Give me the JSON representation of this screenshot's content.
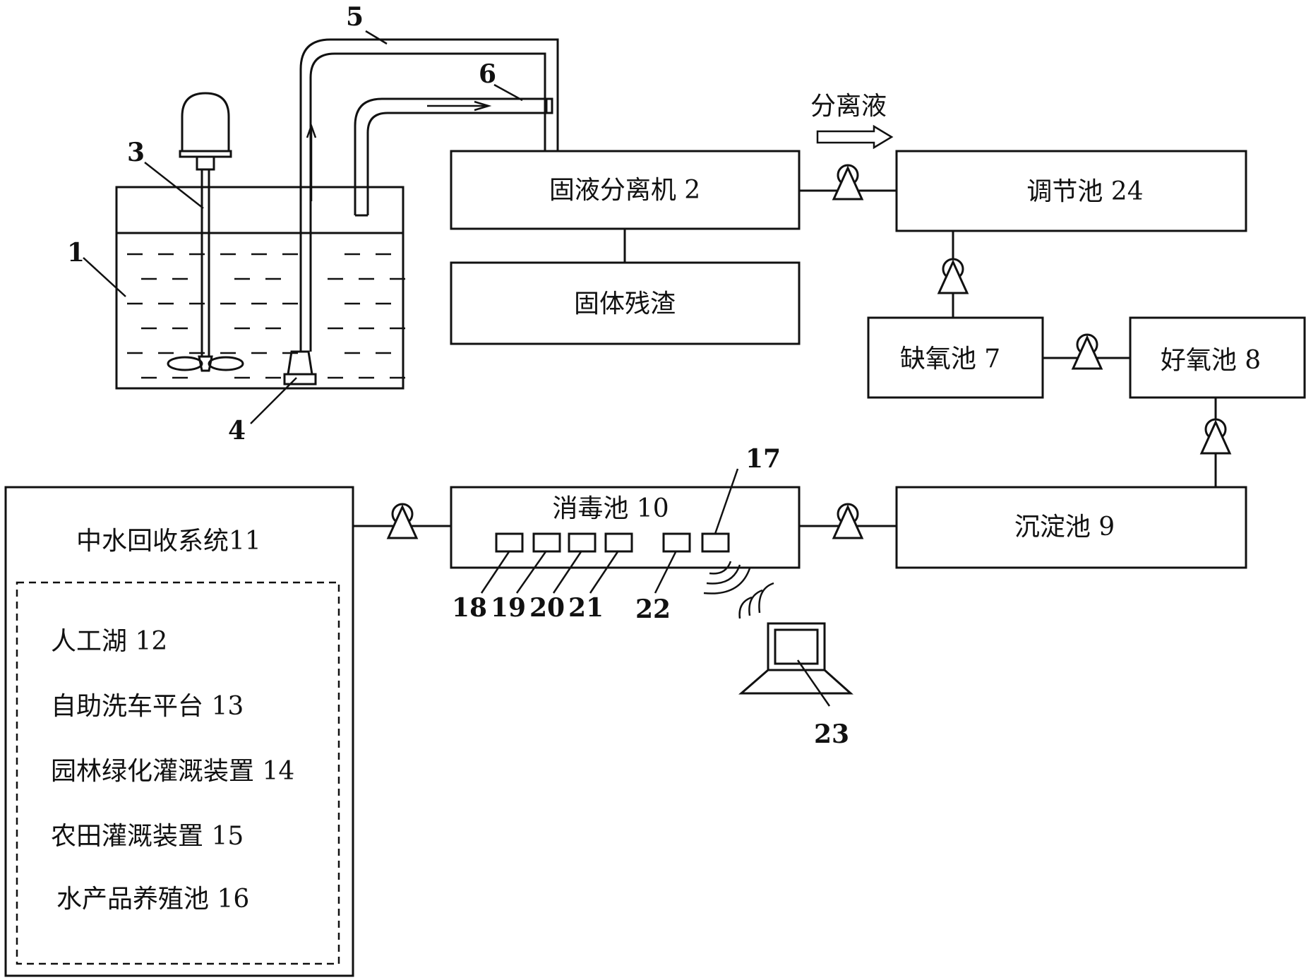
{
  "labels": {
    "callout_1": "1",
    "callout_3": "3",
    "callout_4": "4",
    "callout_5": "5",
    "callout_6": "6",
    "separator": "固液分离机 2",
    "solid_residue": "固体残渣",
    "separated_liquid": "分离液",
    "regulating_tank": "调节池 24",
    "anoxic_tank": "缺氧池 7",
    "aerobic_tank": "好氧池 8",
    "sedimentation_tank": "沉淀池 9",
    "disinfection_tank": "消毒池 10",
    "callout_17": "17",
    "callout_18": "18",
    "callout_19": "19",
    "callout_20": "20",
    "callout_21": "21",
    "callout_22": "22",
    "callout_23": "23"
  },
  "reclaimed_system": {
    "title": "中水回收系统11",
    "items": [
      "人工湖  12",
      "自助洗车平台 13",
      "园林绿化灌溉装置 14",
      "农田灌溉装置  15",
      "水产品养殖池 16"
    ]
  },
  "colors": {
    "line": "#111111",
    "background": "#ffffff"
  }
}
